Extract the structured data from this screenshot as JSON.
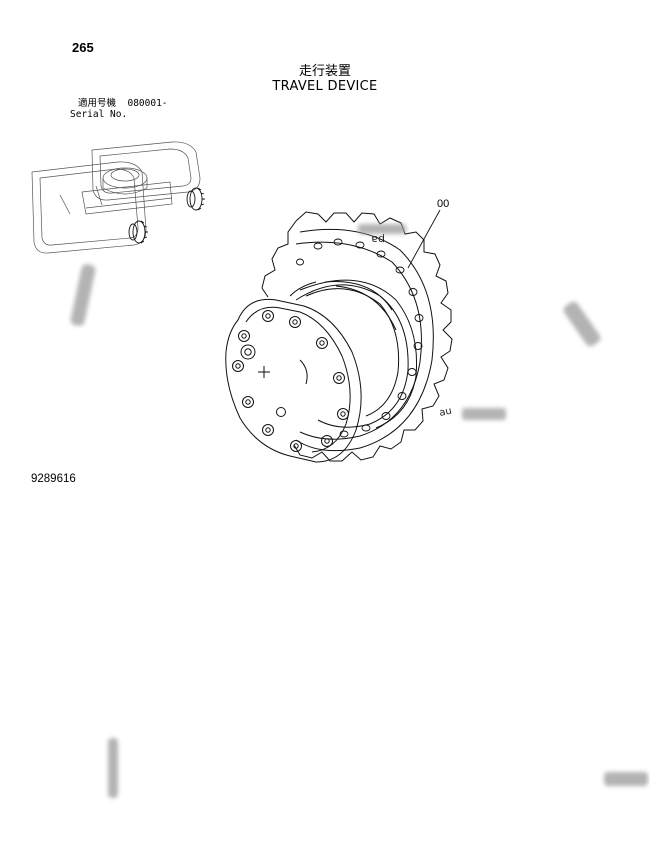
{
  "header": {
    "page_number": "265",
    "title_ja": "走行装置",
    "title_en": "TRAVEL DEVICE"
  },
  "serial": {
    "label_ja": "適用号機",
    "number": "080001-",
    "label_en": "Serial No."
  },
  "callout": {
    "label": "00"
  },
  "drawing_number": "9289616",
  "colors": {
    "line": "#111111",
    "smudge": "#9a9a9a"
  }
}
